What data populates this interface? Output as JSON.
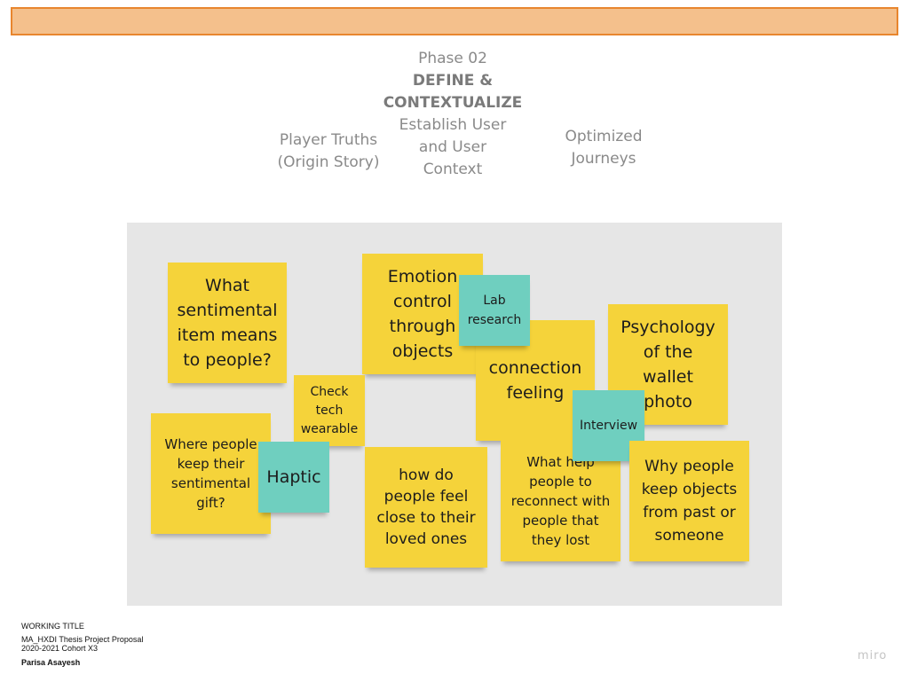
{
  "header": {
    "phase_label": "Phase 02",
    "phase_title_line1": "DEFINE &",
    "phase_title_line2": "CONTEXTUALIZE"
  },
  "stages": {
    "left_line1": "Player Truths",
    "left_line2": "(Origin Story)",
    "mid_line1": "Establish User",
    "mid_line2": "and User",
    "mid_line3": "Context",
    "right_line1": "Optimized",
    "right_line2": "Journeys"
  },
  "notes": {
    "n1": [
      "What",
      "sentimental",
      "item means",
      "to people?"
    ],
    "n2": [
      "Emotion",
      "control",
      "through",
      "objects"
    ],
    "n3": [
      "Lab",
      "research"
    ],
    "n4": [
      "connection",
      "feeling"
    ],
    "n5": [
      "Psychology",
      "of the",
      "wallet",
      "photo"
    ],
    "n6": [
      "Check",
      "tech",
      "wearable"
    ],
    "n7": [
      "Where people",
      "keep their",
      "sentimental",
      "gift?"
    ],
    "n8": [
      "Haptic"
    ],
    "n9": [
      "how do",
      "people feel",
      "close to their",
      "loved ones"
    ],
    "n10": [
      "What help",
      "people to",
      "reconnect with",
      "people that",
      "they lost"
    ],
    "n11": [
      "Interview"
    ],
    "n12": [
      "Why people",
      "keep objects",
      "from past or",
      "someone"
    ]
  },
  "colors": {
    "note_yellow": "#f5d33a",
    "note_teal": "#6fcfbf",
    "board_bg": "#e6e6e6",
    "topbar_fill": "#f4c08c",
    "topbar_border": "#e8862e"
  },
  "footer": {
    "working_title": "WORKING TITLE",
    "project": "MA_HXDI Thesis Project Proposal",
    "cohort": "2020-2021 Cohort X3",
    "author": "Parisa Asayesh"
  },
  "brand": {
    "logo_text": "miro"
  }
}
